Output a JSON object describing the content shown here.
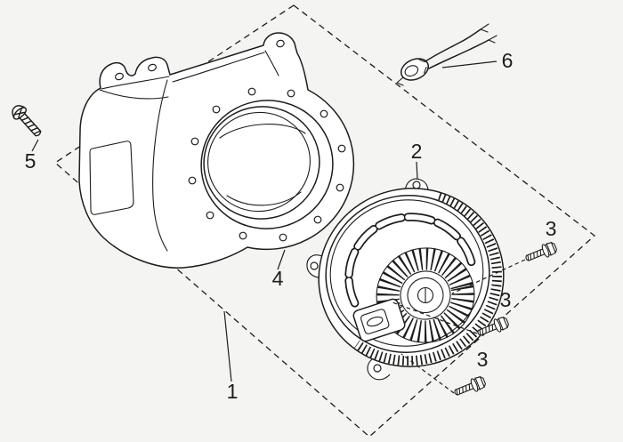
{
  "colors": {
    "background": "#f4f4f2",
    "line": "#1d1d1b",
    "part_fill": "#ffffff"
  },
  "callouts": [
    {
      "label": "1",
      "part": "exploded-assembly-boundary"
    },
    {
      "label": "2",
      "part": "recoil-starter-assembly"
    },
    {
      "label": "3",
      "part": "flange-bolt-upper"
    },
    {
      "label": "3",
      "part": "flange-bolt-middle"
    },
    {
      "label": "3",
      "part": "flange-bolt-lower"
    },
    {
      "label": "4",
      "part": "fan-cover"
    },
    {
      "label": "5",
      "part": "pan-screw"
    },
    {
      "label": "6",
      "part": "wire-connector"
    }
  ]
}
